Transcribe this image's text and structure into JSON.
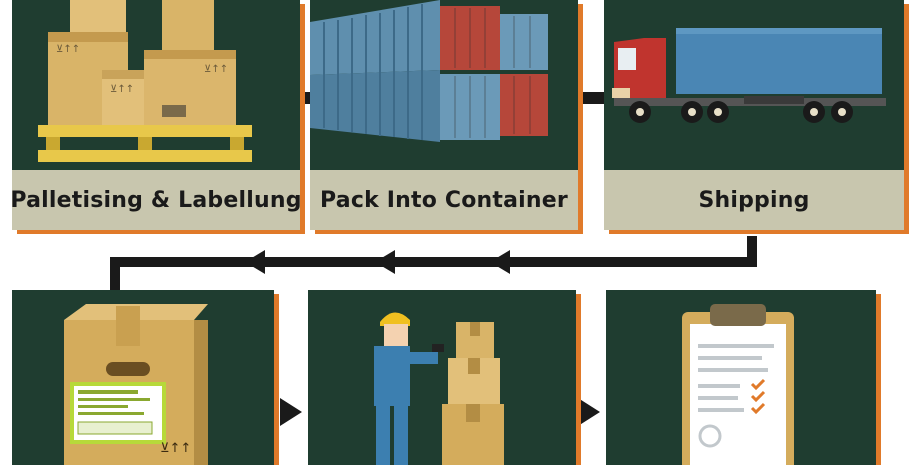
{
  "steps_top": [
    {
      "label": "Palletising & Labellung",
      "icon": "pallet-boxes-icon"
    },
    {
      "label": "Pack Into Container",
      "icon": "shipping-containers-icon"
    },
    {
      "label": "Shipping",
      "icon": "truck-icon"
    }
  ],
  "steps_bottom": [
    {
      "icon": "labelled-box-icon"
    },
    {
      "icon": "warehouse-worker-icon"
    },
    {
      "icon": "clipboard-checklist-icon"
    }
  ],
  "colors": {
    "card_bg": "#1f3d30",
    "label_bg": "#c8c6ae",
    "accent_shadow": "#e07a2a",
    "connector": "#1a1a1a"
  }
}
